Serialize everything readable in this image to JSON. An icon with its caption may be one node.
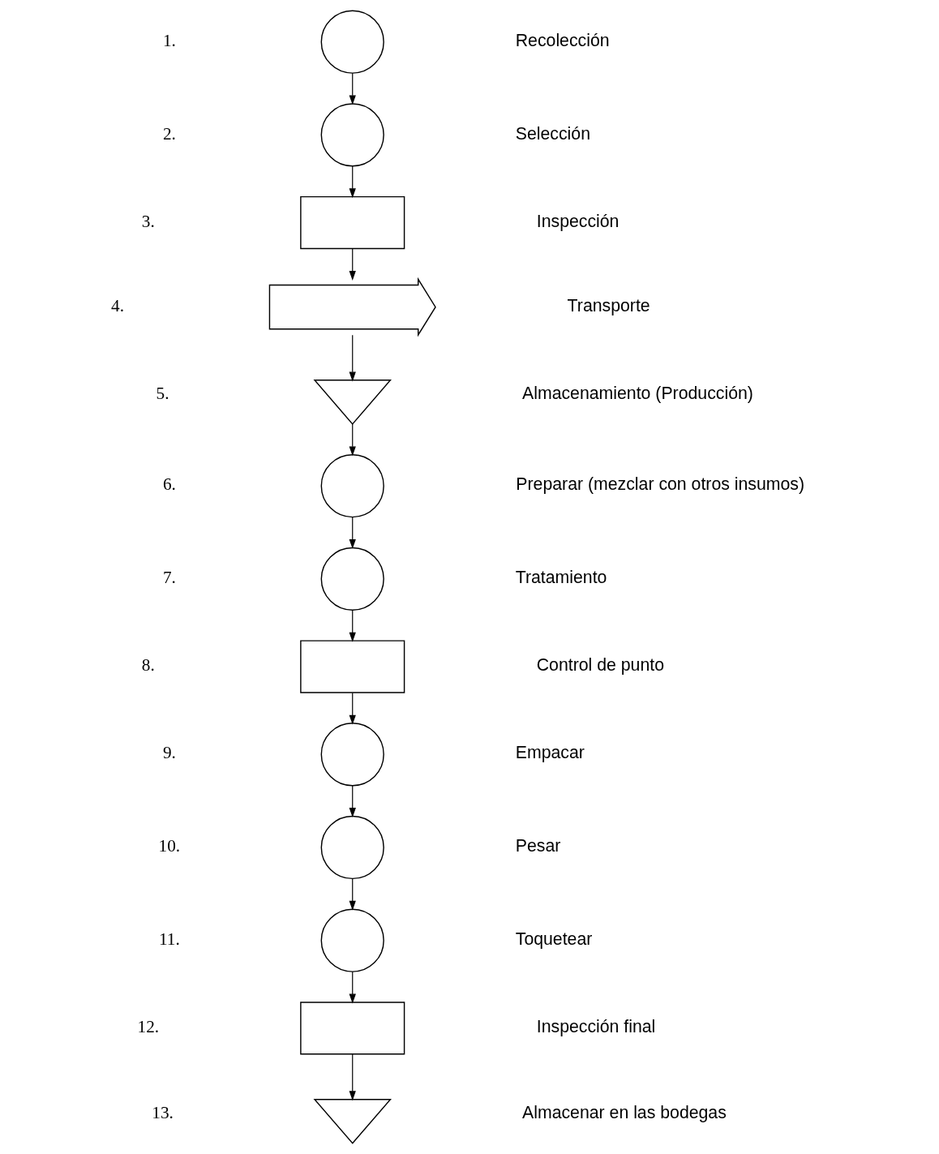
{
  "diagram": {
    "nodes": [
      {
        "text": [],
        "shape": "circle"
      },
      {
        "text": [],
        "shape": "circle"
      },
      {
        "text": [],
        "shape": "box"
      },
      {
        "text": [],
        "shape": "arrow"
      },
      {
        "text": [],
        "shape": "triangle"
      },
      {
        "text": [],
        "shape": "circle"
      },
      {
        "text": [],
        "shape": "circle"
      },
      {
        "text": [],
        "shape": "box"
      },
      {
        "text": [],
        "shape": "circle"
      },
      {
        "text": [],
        "shape": "circle"
      },
      {
        "text": [],
        "shape": "circle"
      },
      {
        "text": [],
        "shape": "box"
      },
      {
        "text": [],
        "shape": "triangle"
      }
    ],
    "edges": [
      {
        "from": 0,
        "to": 1,
        "arrow": "to"
      },
      {
        "from": 1,
        "to": 2,
        "arrow": "to"
      },
      {
        "from": 2,
        "to": 3,
        "arrow": "to"
      },
      {
        "from": 3,
        "to": 4,
        "arrow": "to"
      },
      {
        "from": 4,
        "to": 5,
        "arrow": "to"
      },
      {
        "from": 5,
        "to": 6,
        "arrow": "to"
      },
      {
        "from": 6,
        "to": 7,
        "arrow": "to"
      },
      {
        "from": 7,
        "to": 8,
        "arrow": "to"
      },
      {
        "from": 8,
        "to": 9,
        "arrow": "to"
      },
      {
        "from": 9,
        "to": 10,
        "arrow": "to"
      },
      {
        "from": 10,
        "to": 11,
        "arrow": "to"
      },
      {
        "from": 11,
        "to": 12,
        "arrow": "to"
      }
    ],
    "labels": [
      "Recolección",
      "1.",
      "Selección",
      "2.",
      "Inspección",
      "3.",
      "Transporte",
      "4.",
      "Almacenamiento (Producción)",
      "5.",
      "Preparar (mezclar con otros insumos)",
      "6.",
      "Tratamiento",
      "7.",
      "Control de punto",
      "8.",
      "Empacar",
      "9.",
      "Pesar",
      "10.",
      "Toquetear",
      "11.",
      "Inspección final",
      "12.",
      "Almacenar en las bodegas",
      "13."
    ]
  }
}
